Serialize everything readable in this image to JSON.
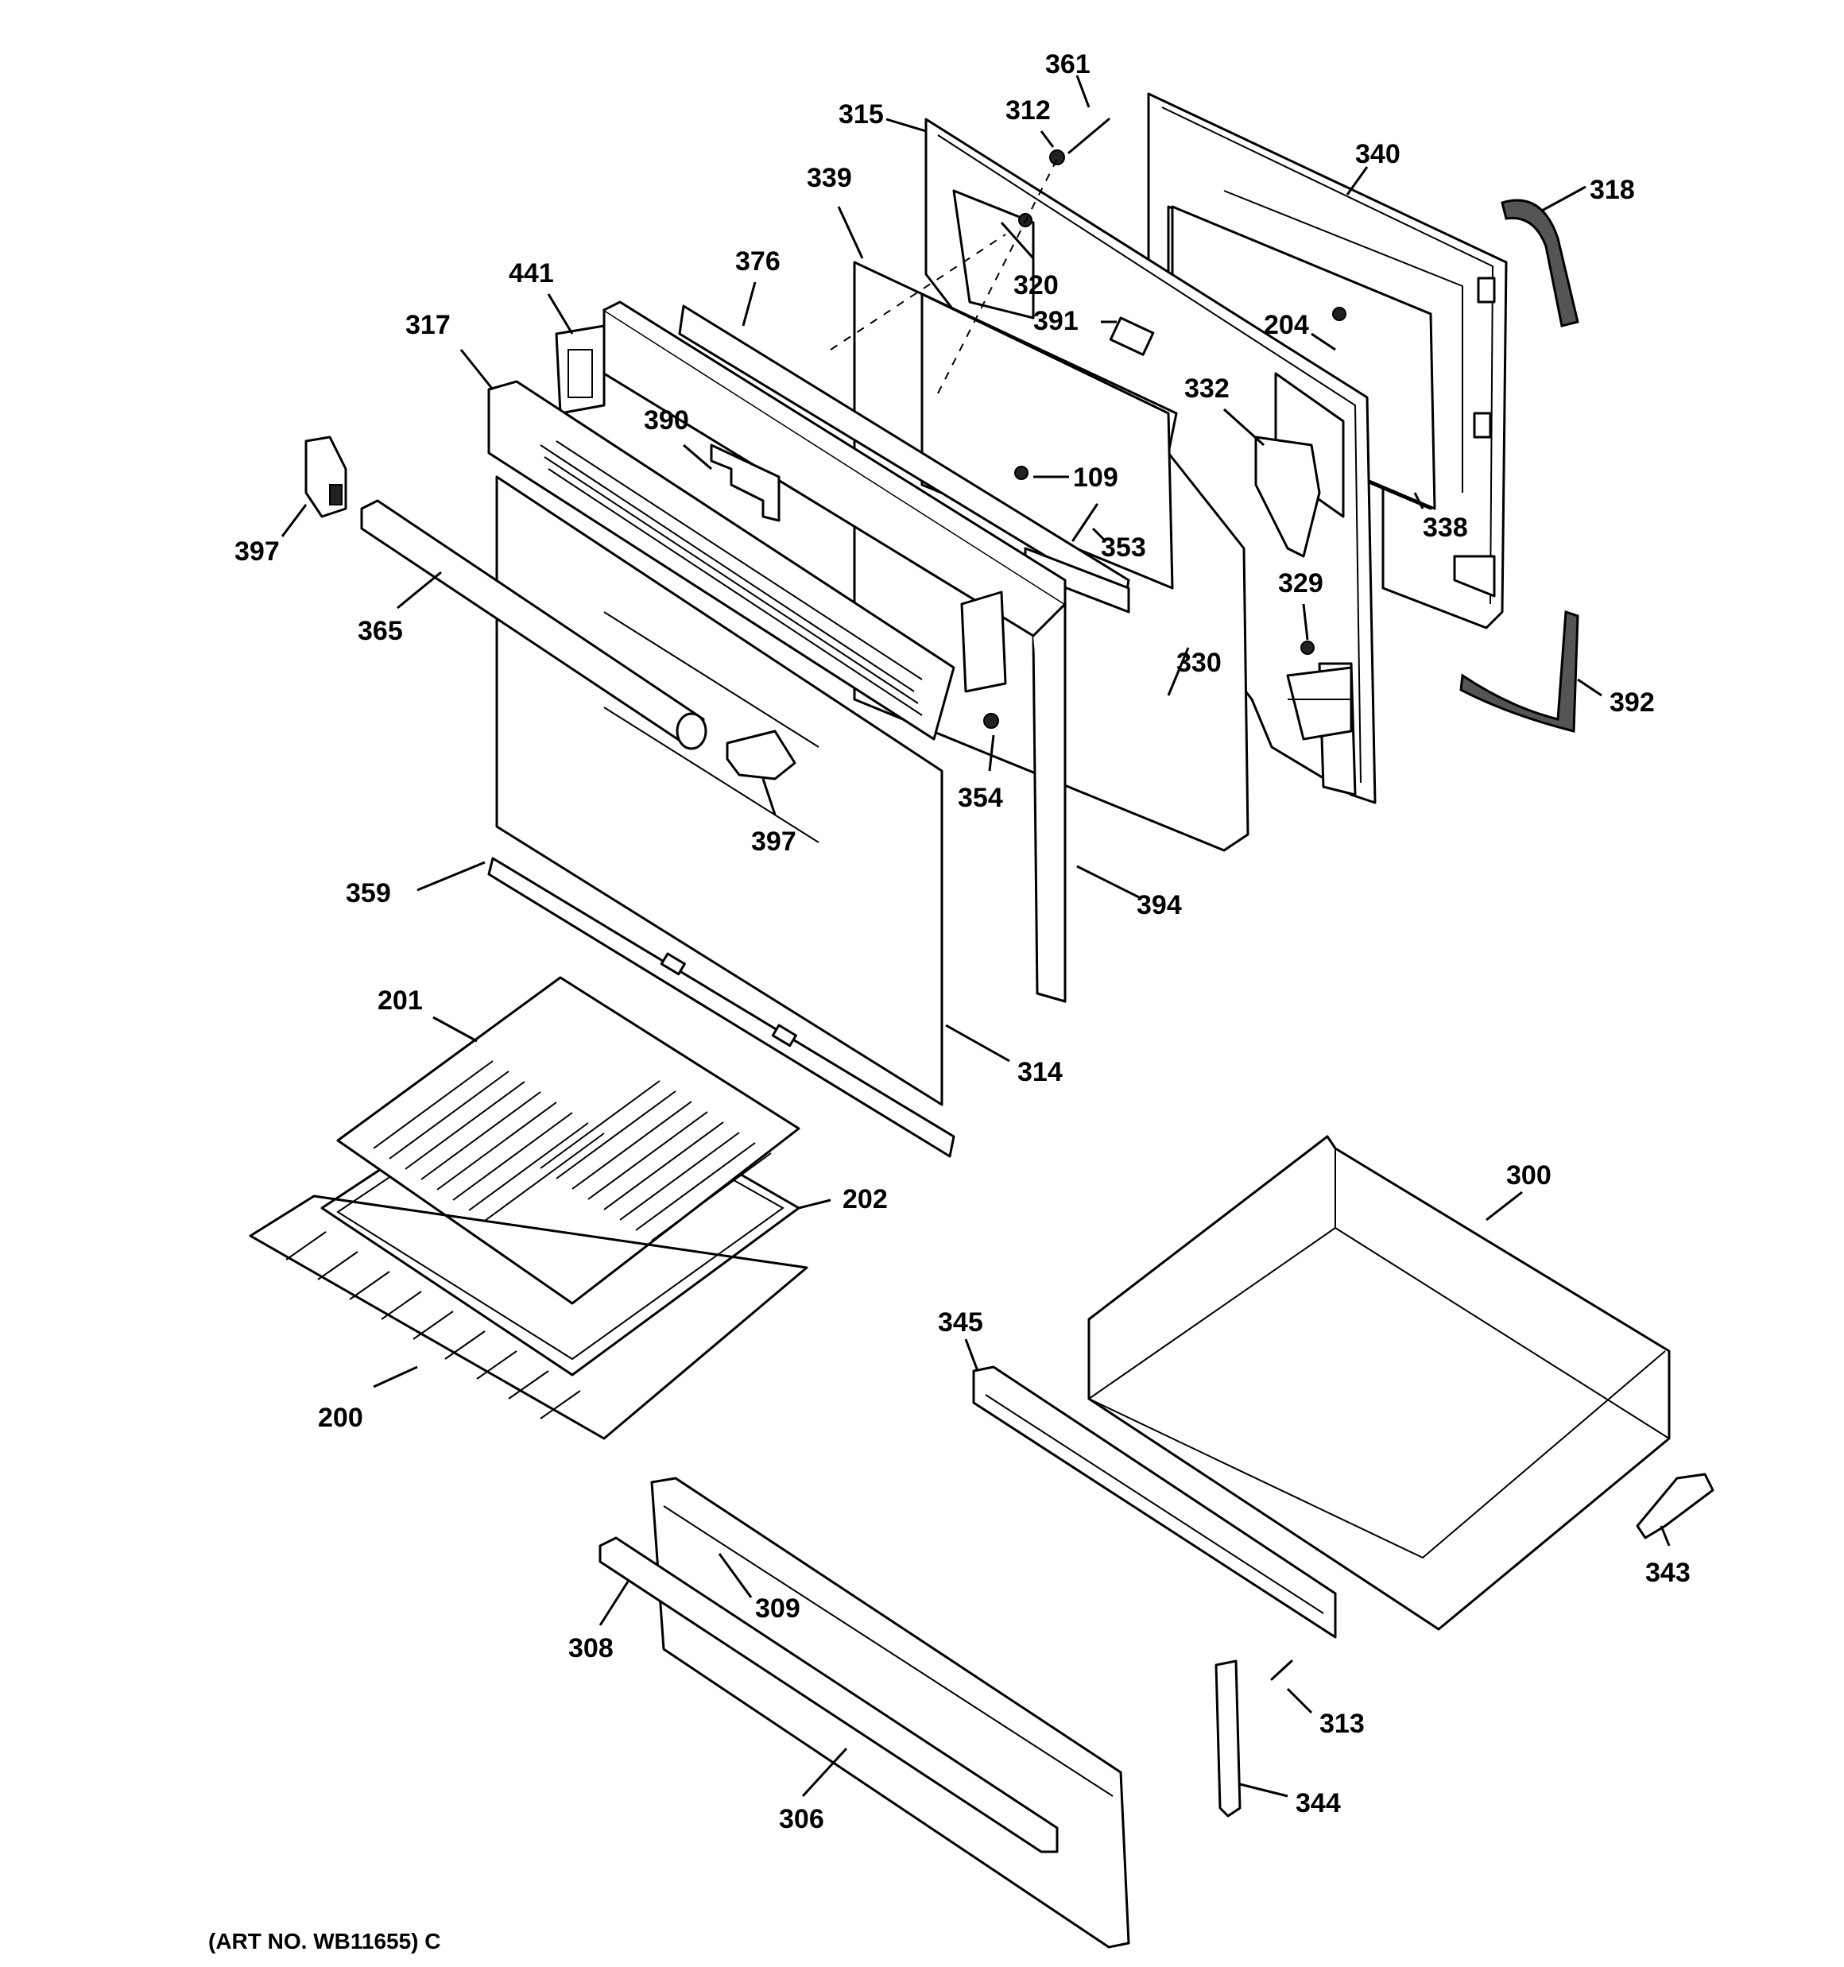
{
  "diagram": {
    "art_number": "(ART NO. WB11655) C",
    "callouts": [
      {
        "id": "361",
        "text": "361"
      },
      {
        "id": "312",
        "text": "312"
      },
      {
        "id": "315",
        "text": "315"
      },
      {
        "id": "340",
        "text": "340"
      },
      {
        "id": "318",
        "text": "318"
      },
      {
        "id": "339",
        "text": "339"
      },
      {
        "id": "376",
        "text": "376"
      },
      {
        "id": "320",
        "text": "320"
      },
      {
        "id": "391",
        "text": "391"
      },
      {
        "id": "204",
        "text": "204"
      },
      {
        "id": "441",
        "text": "441"
      },
      {
        "id": "317",
        "text": "317"
      },
      {
        "id": "332",
        "text": "332"
      },
      {
        "id": "390",
        "text": "390"
      },
      {
        "id": "109",
        "text": "109"
      },
      {
        "id": "338",
        "text": "338"
      },
      {
        "id": "397a",
        "text": "397"
      },
      {
        "id": "353",
        "text": "353"
      },
      {
        "id": "329",
        "text": "329"
      },
      {
        "id": "365",
        "text": "365"
      },
      {
        "id": "330",
        "text": "330"
      },
      {
        "id": "392",
        "text": "392"
      },
      {
        "id": "354",
        "text": "354"
      },
      {
        "id": "397b",
        "text": "397"
      },
      {
        "id": "359",
        "text": "359"
      },
      {
        "id": "394",
        "text": "394"
      },
      {
        "id": "201",
        "text": "201"
      },
      {
        "id": "314",
        "text": "314"
      },
      {
        "id": "300",
        "text": "300"
      },
      {
        "id": "202",
        "text": "202"
      },
      {
        "id": "345",
        "text": "345"
      },
      {
        "id": "200",
        "text": "200"
      },
      {
        "id": "343",
        "text": "343"
      },
      {
        "id": "309",
        "text": "309"
      },
      {
        "id": "308",
        "text": "308"
      },
      {
        "id": "313",
        "text": "313"
      },
      {
        "id": "306",
        "text": "306"
      },
      {
        "id": "344",
        "text": "344"
      }
    ]
  }
}
